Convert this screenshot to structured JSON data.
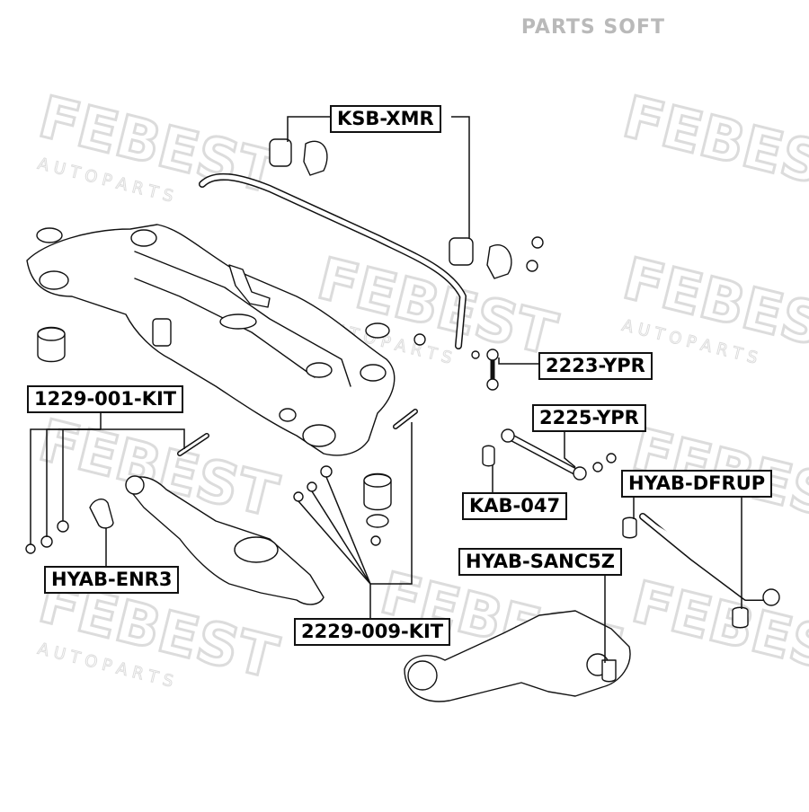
{
  "brand": "PARTS SOFT",
  "watermark": {
    "word": "FEBEST",
    "sub": "A U T O   P A R T S"
  },
  "labels": {
    "ksb_xmr": "KSB-XMR",
    "p2223_ypr": "2223-YPR",
    "p1229_001_kit": "1229-001-KIT",
    "p2225_ypr": "2225-YPR",
    "kab_047": "KAB-047",
    "hyab_dfrup": "HYAB-DFRUP",
    "hyab_enr3": "HYAB-ENR3",
    "hyab_sanc5z": "HYAB-SANC5Z",
    "p2229_009_kit": "2229-009-KIT"
  },
  "colors": {
    "label_border": "#111111",
    "watermark": "#dcdcdc",
    "brand": "#b9b9b9",
    "line": "#111111"
  }
}
